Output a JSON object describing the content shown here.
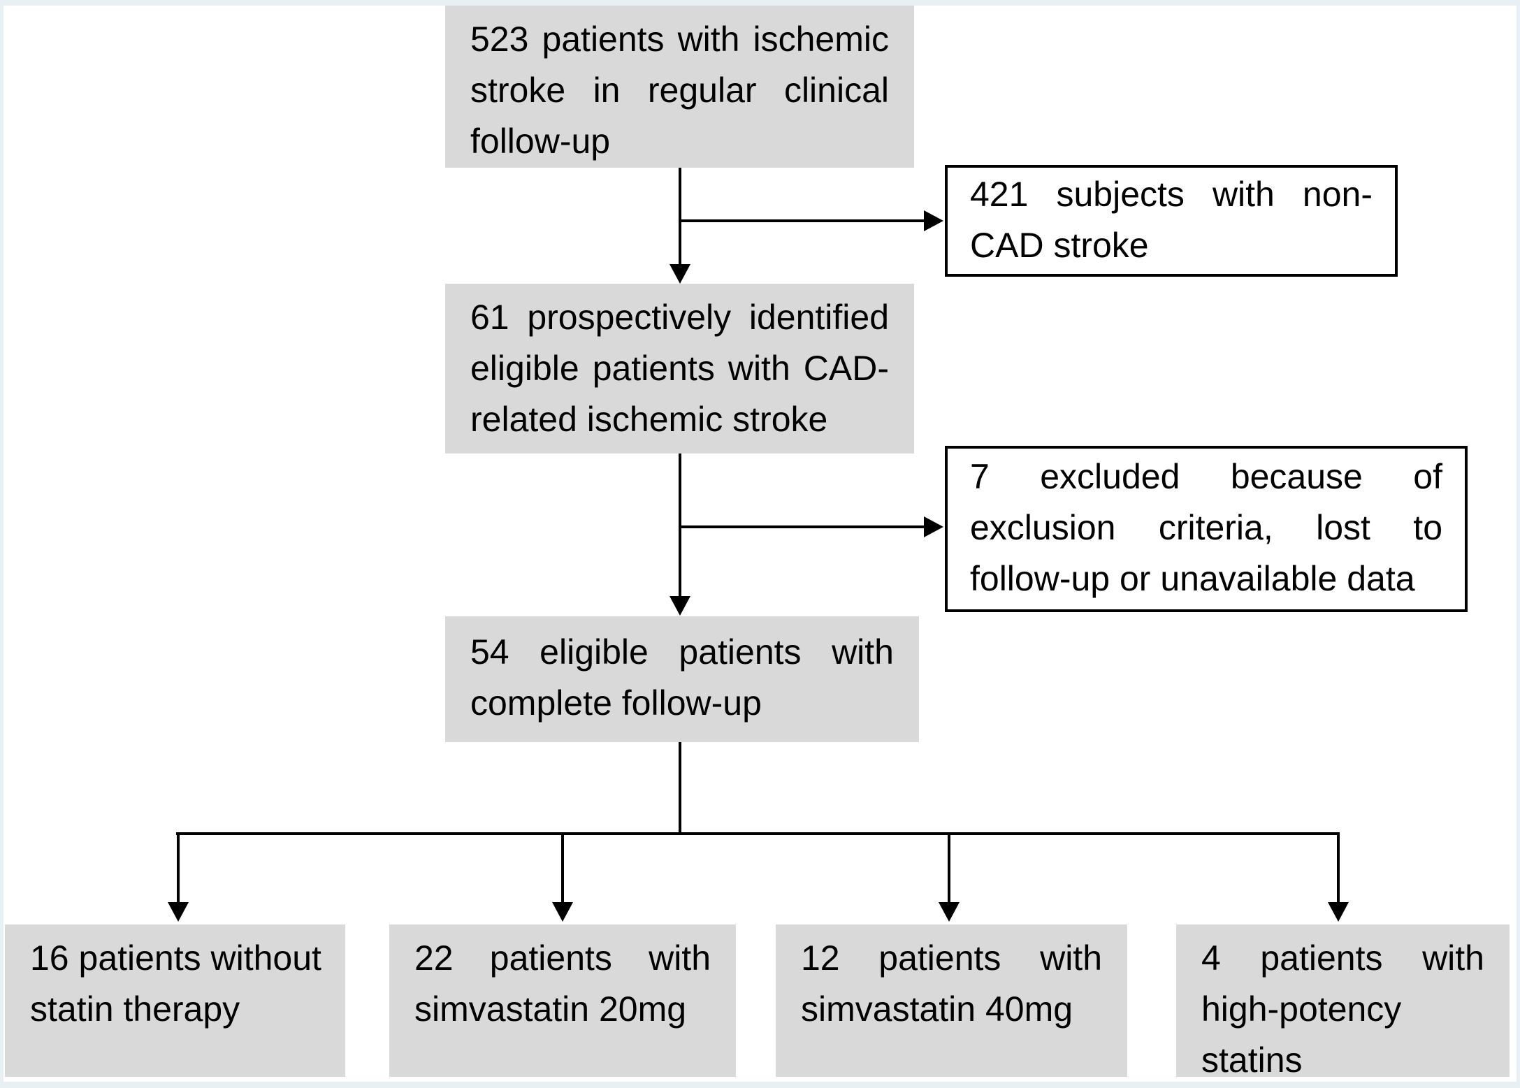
{
  "figure": {
    "kind": "patient-flow-diagram"
  },
  "colors": {
    "process_box_fill": "#d9d9d9",
    "exclusion_box_fill": "#ffffff",
    "exclusion_box_border": "#000000",
    "connector": "#000000",
    "text": "#000000",
    "page_border": "#e9f0f4",
    "background": "#ffffff"
  },
  "boxes": {
    "total": {
      "count": "523",
      "lines": [
        "523 patients with ischemic",
        "stroke in regular clinical",
        "follow-up"
      ]
    },
    "non_cad": {
      "count": "421",
      "lines": [
        "421 subjects with non-",
        "CAD stroke"
      ]
    },
    "prospective": {
      "count": "61",
      "lines": [
        "61 prospectively identified",
        "eligible patients with CAD-",
        "related ischemic stroke"
      ]
    },
    "excluded": {
      "count": "7",
      "lines": [
        "7 excluded because of",
        "exclusion criteria, lost to",
        "follow-up or unavailable data"
      ]
    },
    "complete": {
      "count": "54",
      "lines": [
        "54 eligible patients with",
        "complete follow-up"
      ]
    },
    "no_statin": {
      "count": "16",
      "lines": [
        "16 patients without",
        "statin therapy"
      ]
    },
    "simva20": {
      "count": "22",
      "lines": [
        "22 patients with",
        "simvastatin 20mg"
      ]
    },
    "simva40": {
      "count": "12",
      "lines": [
        "12 patients with",
        "simvastatin 40mg"
      ]
    },
    "high_potency": {
      "count": "4",
      "lines": [
        "4 patients with",
        "high-potency",
        "statins"
      ]
    }
  }
}
